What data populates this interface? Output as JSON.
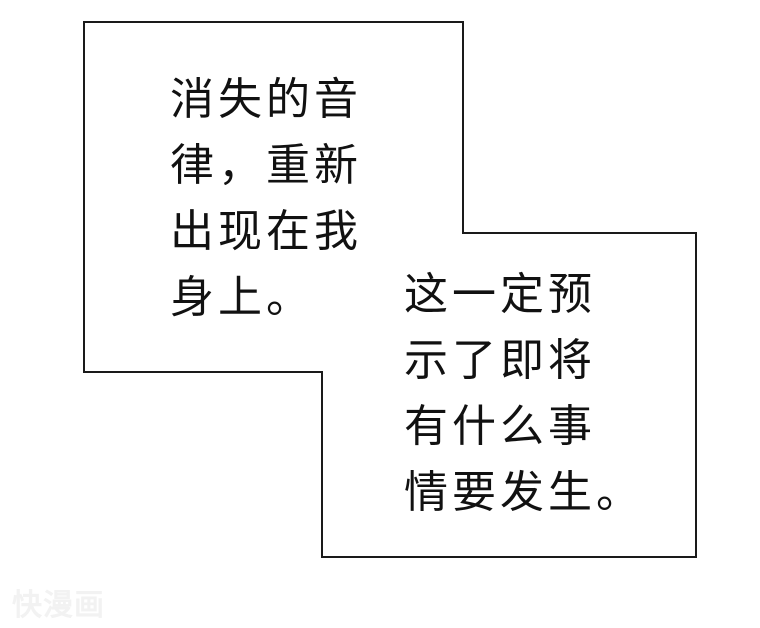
{
  "page": {
    "background": "#ffffff",
    "outline_color": "#1a1a1a",
    "text_color": "#111111"
  },
  "caption_left": {
    "lines": [
      "消失的音",
      "律，重新",
      "出现在我",
      "身上。"
    ]
  },
  "caption_right": {
    "lines": [
      "这一定预",
      "示了即将",
      "有什么事",
      "情要发生。"
    ]
  },
  "watermark": {
    "text": "快漫画"
  }
}
